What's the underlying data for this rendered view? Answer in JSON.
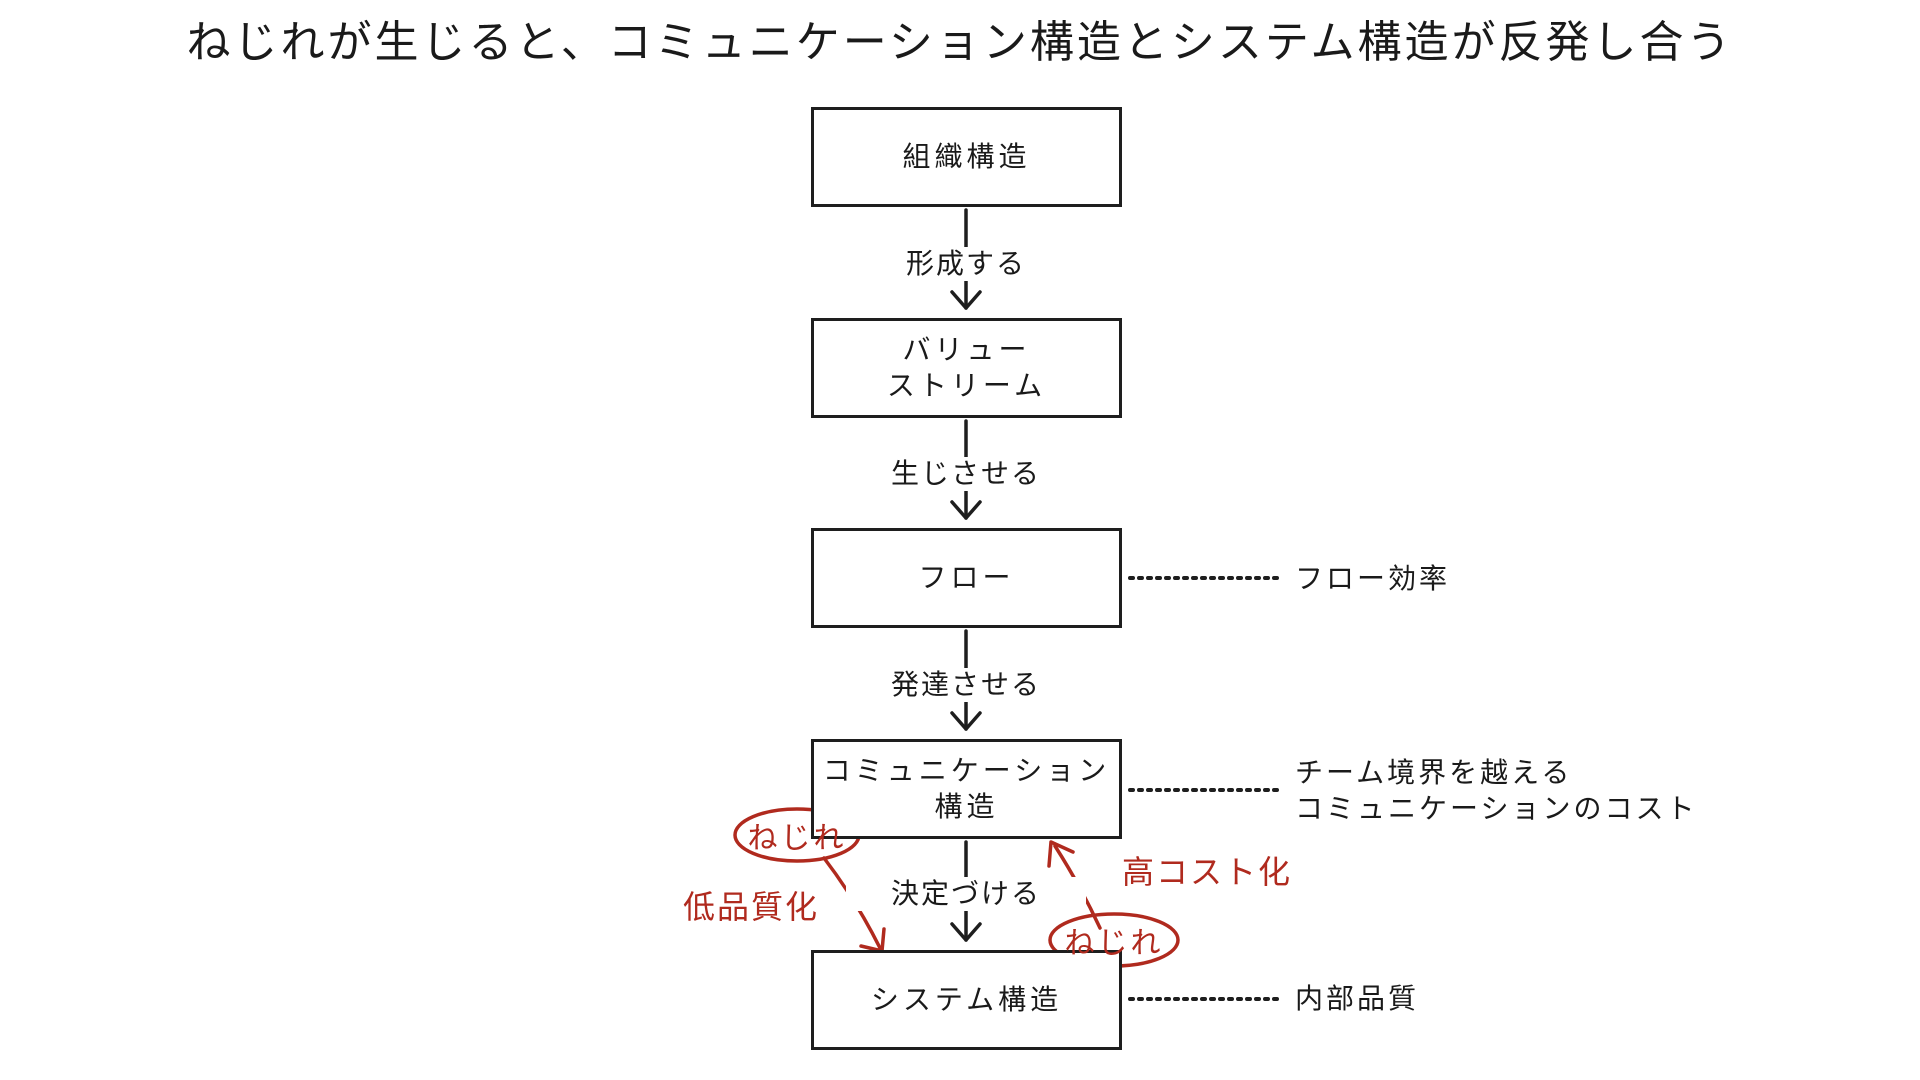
{
  "title": "ねじれが生じると、コミュニケーション構造とシステム構造が反発し合う",
  "nodes": {
    "org_structure": [
      "組織構造"
    ],
    "value_stream": [
      "バリュー",
      "ストリーム"
    ],
    "flow": [
      "フロー"
    ],
    "comm_structure": [
      "コミュニケーション",
      "構造"
    ],
    "system_structure": [
      "システム構造"
    ]
  },
  "edges": {
    "forms": "形成する",
    "produces": "生じさせる",
    "develops": "発達させる",
    "determines": "決定づける"
  },
  "notes": {
    "flow": [
      "フロー効率"
    ],
    "comm": [
      "チーム境界を越える",
      "コミュニケーションのコスト"
    ],
    "system": [
      "内部品質"
    ]
  },
  "annotations": {
    "twist_left": "ねじれ",
    "twist_right": "ねじれ",
    "low_quality": "低品質化",
    "high_cost": "高コスト化"
  },
  "colors": {
    "ink": "#1e1e1e",
    "accent": "#b02a1e"
  }
}
